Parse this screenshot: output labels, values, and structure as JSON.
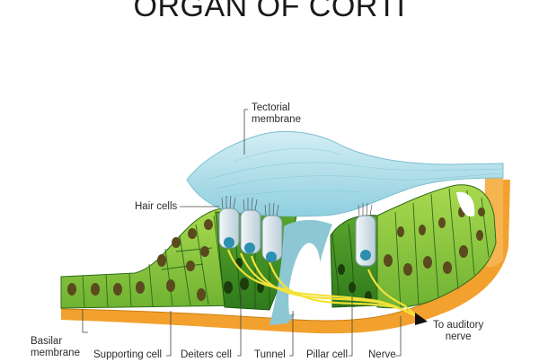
{
  "title": "ORGAN OF CORTI",
  "labels": {
    "tectorial_membrane": "Tectorial\nmembrane",
    "hair_cells": "Hair cells",
    "to_auditory_nerve": "To auditory\nnerve",
    "basilar_membrane": "Basilar\nmembrane",
    "supporting_cell": "Supporting cell",
    "deiters_cell": "Deiters cell",
    "tunnel": "Tunnel",
    "pillar_cell": "Pillar cell",
    "nerve": "Nerve"
  },
  "colors": {
    "tectorial": "#a9dde8",
    "cell_green": "#86c540",
    "cell_dark_green": "#3f8f24",
    "nucleus": "#5a4a1e",
    "basilar": "#f2a12e",
    "nerve": "#f3e23a",
    "tunnel": "#8dc7d4",
    "hair_cell": "#d6e6ee",
    "hair_nucleus": "#2c8fb0"
  }
}
